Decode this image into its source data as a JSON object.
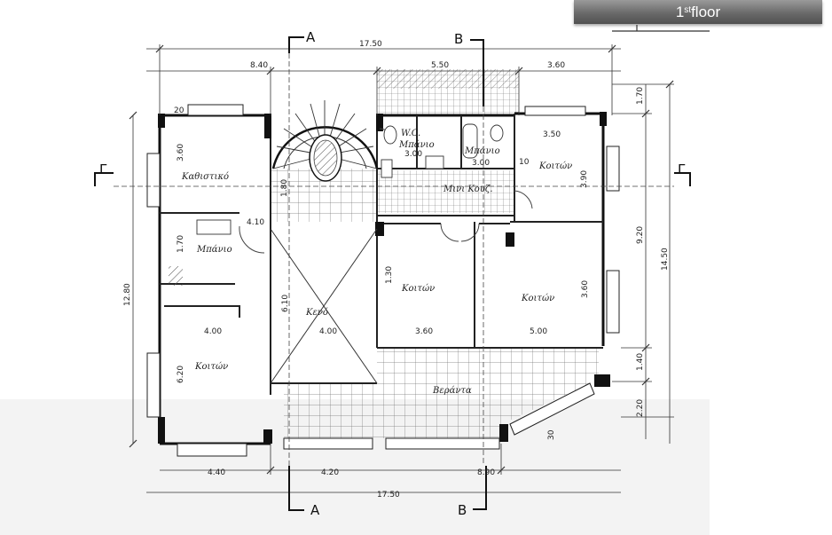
{
  "banner": {
    "title_main": "1",
    "title_sup": "st",
    "title_rest": " floor"
  },
  "sections": {
    "a": "A",
    "b": "B",
    "g": "Γ"
  },
  "rooms": {
    "living": "Καθιστικό",
    "wc": "W.C.",
    "bath1": "Μπάνιο",
    "bath2": "Μπάνιο",
    "bath3": "Μπάνιο",
    "bedroom_ne": "Κοιτών",
    "mini_kitchen": "Μινι Κουζ.",
    "void": "Κενό",
    "bedroom_mid": "Κοιτών",
    "bedroom_east": "Κοιτών",
    "bedroom_sw": "Κοιτών",
    "veranda": "Βεράντα"
  },
  "dims": {
    "top_total": "17.50",
    "top_w": "8.40",
    "top_m": "5.50",
    "top_e": "3.60",
    "bot_w": "4.40",
    "bot_m": "4.20",
    "bot_e": "8.90",
    "bot_total": "17.50",
    "left_total": "12.80",
    "right_total": "14.50",
    "right_a": "1.70",
    "right_b": "9.20",
    "right_c": "1.40",
    "right_d": "2.20",
    "d_20a": "20",
    "d_360a": "3.60",
    "d_410": "4.10",
    "d_180": "1.80",
    "d_610": "6.10",
    "d_400a": "4.00",
    "d_400b": "4.00",
    "d_620": "6.20",
    "d_170": "1.70",
    "d_130": "1.30",
    "d_360b": "3.60",
    "d_500": "5.00",
    "d_350": "3.50",
    "d_390": "3.90",
    "d_360c": "3.60",
    "d_300a": "3.00",
    "d_300b": "3.00",
    "d_10": "10",
    "d_30": "30"
  }
}
